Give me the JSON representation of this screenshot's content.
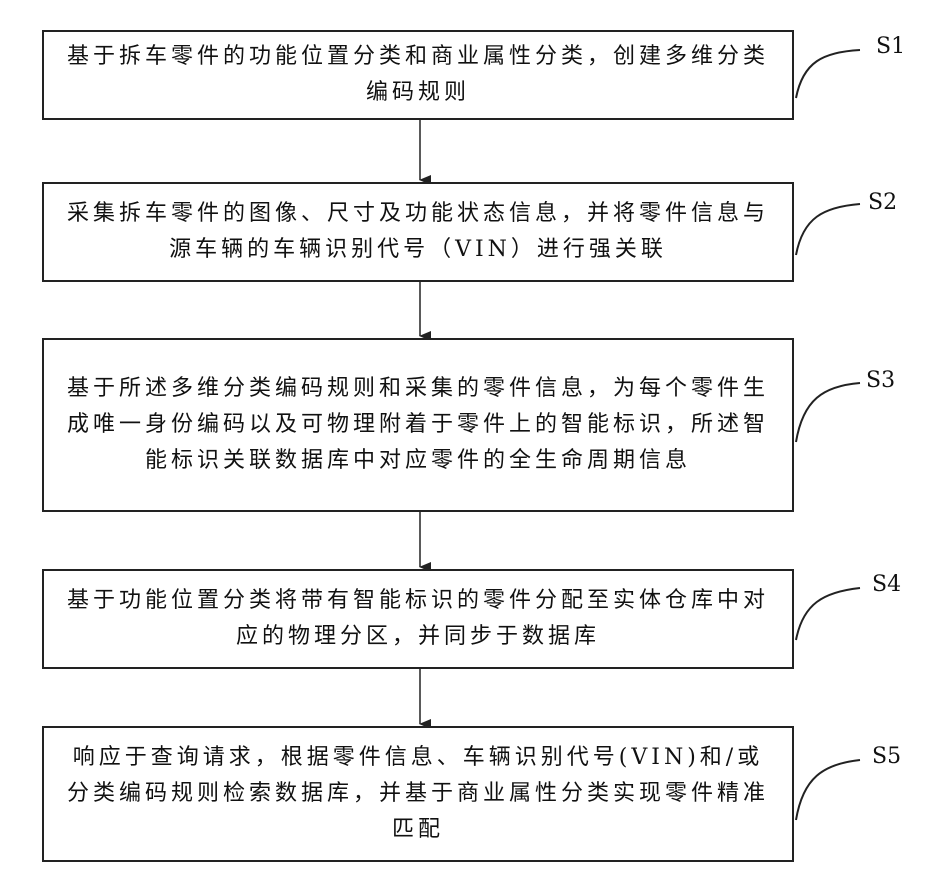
{
  "steps": [
    {
      "label": "S1",
      "text": "基于拆车零件的功能位置分类和商业属性分类，创建多维分类编码规则"
    },
    {
      "label": "S2",
      "text": "采集拆车零件的图像、尺寸及功能状态信息，并将零件信息与源车辆的车辆识别代号（VIN）进行强关联"
    },
    {
      "label": "S3",
      "text": "基于所述多维分类编码规则和采集的零件信息，为每个零件生成唯一身份编码以及可物理附着于零件上的智能标识，所述智能标识关联数据库中对应零件的全生命周期信息"
    },
    {
      "label": "S4",
      "text": "基于功能位置分类将带有智能标识的零件分配至实体仓库中对应的物理分区，并同步于数据库"
    },
    {
      "label": "S5",
      "text": "响应于查询请求，根据零件信息、车辆识别代号(VIN)和/或分类编码规则检索数据库，并基于商业属性分类实现零件精准匹配"
    }
  ]
}
